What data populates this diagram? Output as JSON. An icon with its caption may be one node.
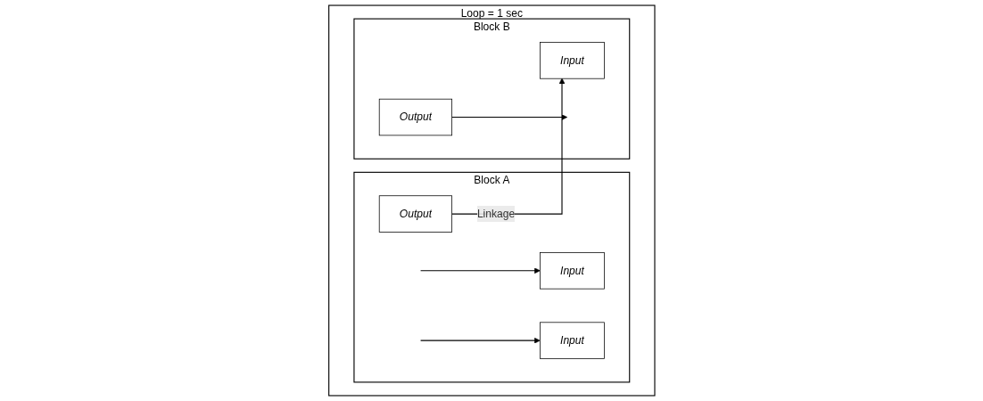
{
  "diagram": {
    "nodes": [
      {
        "text": [
          "Loop = 1 sec"
        ]
      },
      {
        "text": [
          "Block A"
        ],
        "in": 0
      },
      {
        "text": [
          "Input"
        ],
        "in": 1
      },
      {
        "text": [
          "Input"
        ],
        "in": 1
      },
      {
        "text": [
          "Output"
        ],
        "in": 1
      },
      {
        "text": [
          "Block B"
        ],
        "in": 0
      },
      {
        "text": [
          "Input"
        ],
        "in": 5
      },
      {
        "text": [
          "Output"
        ],
        "in": 5
      }
    ],
    "edges": [
      {
        "from": null,
        "to": 2,
        "arrow": "to"
      },
      {
        "from": null,
        "to": 3,
        "arrow": "to"
      },
      {
        "from": 4,
        "to": 6,
        "arrow": "to",
        "label": "Linkage"
      },
      {
        "from": 7,
        "to": null,
        "arrow": "to"
      }
    ]
  }
}
